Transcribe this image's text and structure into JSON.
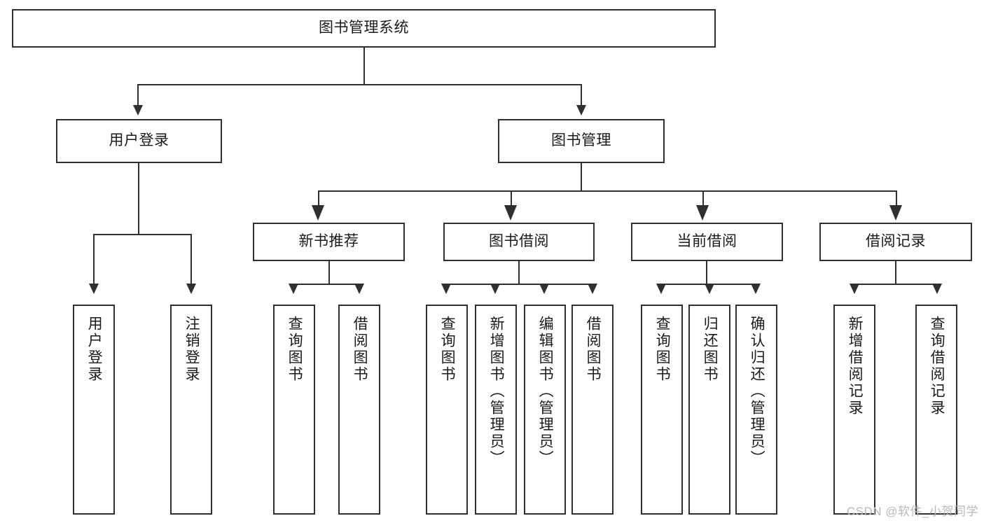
{
  "diagram": {
    "title": "图书管理系统",
    "type": "hierarchy-tree",
    "colors": {
      "box_border": "#2f2f2f",
      "box_fill": "#ffffff",
      "connector": "#2f2f2f",
      "text": "#1a1a1a",
      "watermark": "#b9b9b9",
      "background": "#ffffff"
    },
    "root": {
      "label": "图书管理系统"
    },
    "level2": [
      {
        "label": "用户登录"
      },
      {
        "label": "图书管理"
      }
    ],
    "level3": [
      {
        "label": "新书推荐"
      },
      {
        "label": "图书借阅"
      },
      {
        "label": "当前借阅"
      },
      {
        "label": "借阅记录"
      }
    ],
    "leaves": {
      "user_login": [
        {
          "label": "用户登录"
        },
        {
          "label": "注销登录"
        }
      ],
      "new_book_recommend": [
        {
          "label": "查询图书"
        },
        {
          "label": "借阅图书"
        }
      ],
      "book_borrow": [
        {
          "label": "查询图书"
        },
        {
          "label": "新增图书（管理员）"
        },
        {
          "label": "编辑图书（管理员）"
        },
        {
          "label": "借阅图书"
        }
      ],
      "current_borrow": [
        {
          "label": "查询图书"
        },
        {
          "label": "归还图书"
        },
        {
          "label": "确认归还（管理员）"
        }
      ],
      "borrow_record": [
        {
          "label": "新增借阅记录"
        },
        {
          "label": "查询借阅记录"
        }
      ]
    }
  },
  "watermark": {
    "text": "CSDN @软件_小贺同学"
  }
}
